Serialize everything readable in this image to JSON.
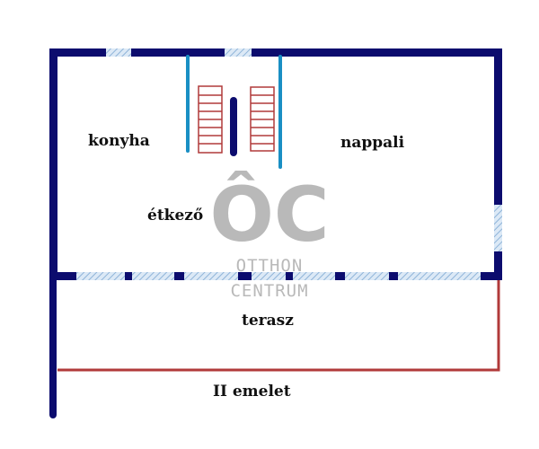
{
  "floor_plan": {
    "rooms": {
      "kitchen": "konyha",
      "living_room": "nappali",
      "dining": "étkező",
      "terrace": "terasz"
    },
    "floor_caption": "II emelet"
  },
  "watermark": {
    "monogram": "ÔC",
    "line1": "OTTHON",
    "line2": "CENTRUM"
  },
  "colors": {
    "wall": "#0c0c6e",
    "window": "#a9c9e6",
    "partition": "#1a8fc4",
    "stairs": "#b13a3a",
    "terrace_railing": "#b13a3a",
    "watermark": "#b9b9b9"
  }
}
